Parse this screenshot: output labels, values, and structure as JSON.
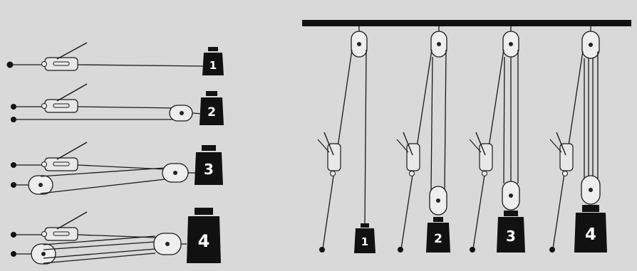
{
  "horizontal_setups": [
    {
      "label": "1"
    },
    {
      "label": "2"
    },
    {
      "label": "3"
    },
    {
      "label": "4"
    }
  ],
  "vertical_setups": [
    {
      "label": "1"
    },
    {
      "label": "2"
    },
    {
      "label": "3"
    },
    {
      "label": "4"
    }
  ],
  "colors": {
    "background": "#d9d9d9",
    "ink": "#111111",
    "pulley_fill": "#eeeeee"
  },
  "icons": {
    "hoist": "hand-winch-icon",
    "pulley": "pulley-block-icon",
    "weight": "weight-icon",
    "anchor": "anchor-point-icon"
  }
}
